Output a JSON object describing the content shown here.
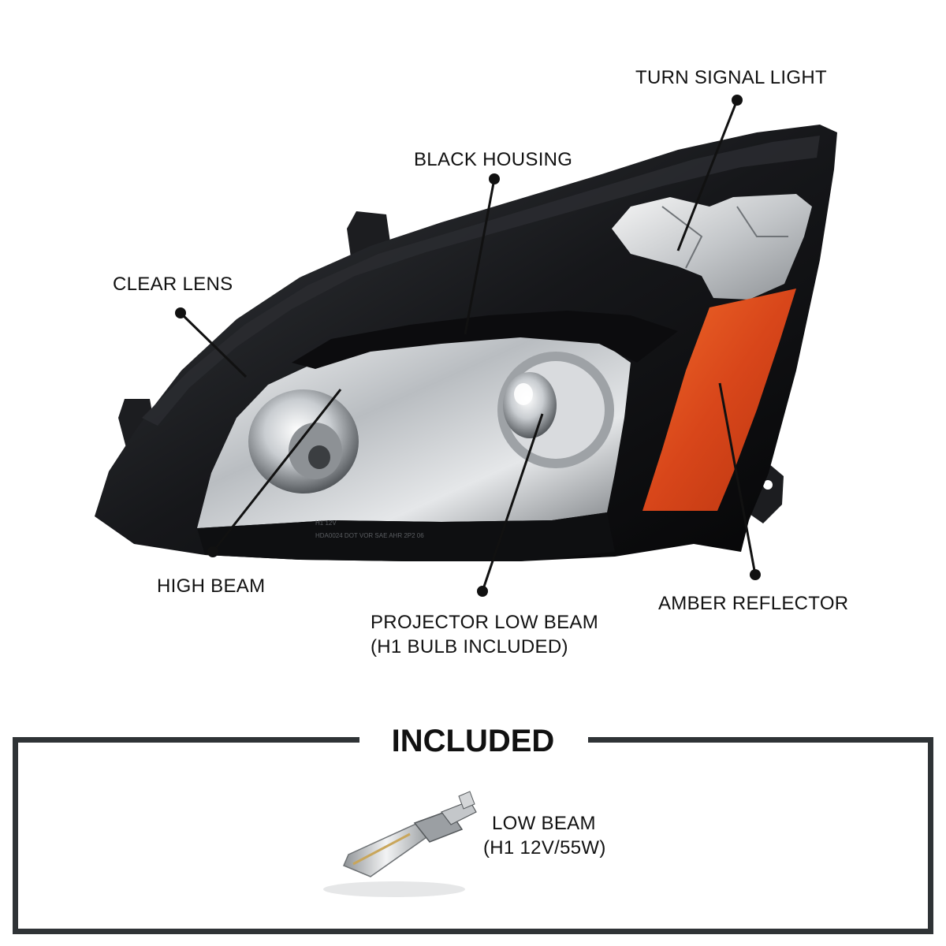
{
  "callouts": {
    "turn_signal_light": "TURN SIGNAL LIGHT",
    "black_housing": "BLACK HOUSING",
    "clear_lens": "CLEAR LENS",
    "high_beam": "HIGH BEAM",
    "projector_low_beam_line1": "PROJECTOR LOW BEAM",
    "projector_low_beam_line2": "(H1 BULB INCLUDED)",
    "amber_reflector": "AMBER REFLECTOR"
  },
  "included": {
    "title": "INCLUDED",
    "item_line1": "LOW BEAM",
    "item_line2": "(H1 12V/55W)"
  },
  "colors": {
    "housing": "#141416",
    "amber": "#e2541a",
    "frame": "#2f3336",
    "text": "#111111"
  },
  "icons": [
    "headlight-assembly-image",
    "h1-bulb-image"
  ]
}
